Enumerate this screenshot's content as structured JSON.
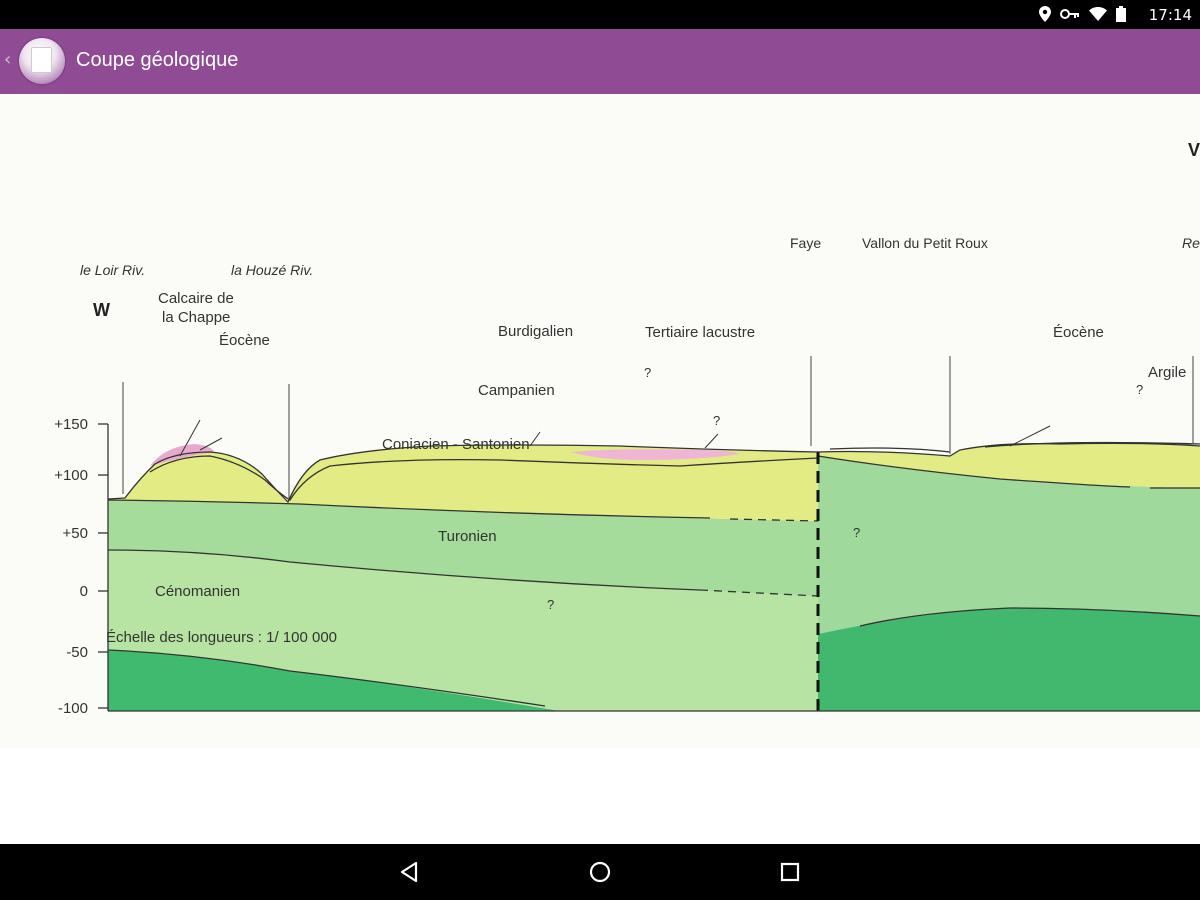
{
  "status_bar": {
    "time": "17:14",
    "icons": [
      "location-icon",
      "key-icon",
      "wifi-icon",
      "battery-icon"
    ]
  },
  "app_bar": {
    "title": "Coupe géologique",
    "back_icon": "chevron-left-icon",
    "accent_color": "#8f4b94"
  },
  "figure": {
    "corner_label_w": "W",
    "corner_label_right": "V",
    "top_labels": {
      "loir": "le Loir Riv.",
      "houze": "la Houzé Riv.",
      "faye": "Faye",
      "vallon": "Vallon du Petit Roux",
      "right_cut": "Re"
    },
    "formation_labels": {
      "calcaire": "Calcaire de",
      "chappe": "la Chappe",
      "eocene_left": "Éocène",
      "burdigalien": "Burdigalien",
      "tertiaire": "Tertiaire lacustre",
      "eocene_right": "Éocène",
      "campanien": "Campanien",
      "argile": "Argile",
      "coniacien": "Coniacien - Santonien",
      "turonien": "Turonien",
      "cenomanien": "Cénomanien"
    },
    "uncertain_mark": "?",
    "y_axis_ticks": [
      "+150",
      "+100",
      "+50",
      "0",
      "-50",
      "-100"
    ],
    "scale_caption": "Échelle des longueurs : 1/ 100 000",
    "colors": {
      "cenomanien": "#3fba6e",
      "turonien": "#b7e3a3",
      "coniacien": "#a6dc9b",
      "campanien": "#e3ec84",
      "eastern_block": "#9fd99b",
      "eastern_deep": "#41b86e",
      "eocene": "#e8a9cf",
      "tertiaire": "#f0b5d6"
    }
  },
  "nav_bar": {
    "back_icon": "nav-back-icon",
    "home_icon": "nav-home-icon",
    "recents_icon": "nav-recents-icon"
  }
}
